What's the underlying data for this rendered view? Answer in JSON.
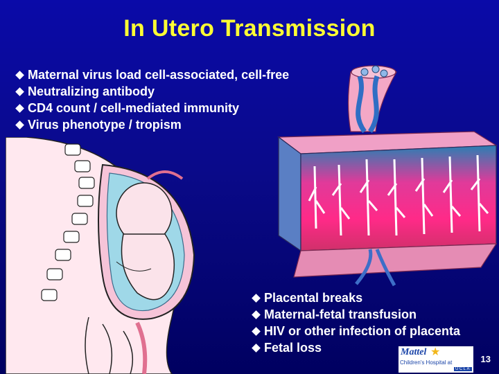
{
  "title": "In Utero Transmission",
  "factors": [
    "Maternal virus load cell-associated, cell-free",
    "Neutralizing antibody",
    "CD4 count / cell-mediated immunity",
    "Virus phenotype / tropism"
  ],
  "mechanisms": [
    "Placental breaks",
    "Maternal-fetal transfusion",
    "HIV or other infection of placenta",
    "Fetal loss"
  ],
  "logo": {
    "name": "Mattel",
    "subtitle": "Children's Hospital at",
    "university": "UCLA"
  },
  "page_number": "13",
  "colors": {
    "title": "#ffff33",
    "text": "#ffffff",
    "background": "#0a0a8a"
  }
}
